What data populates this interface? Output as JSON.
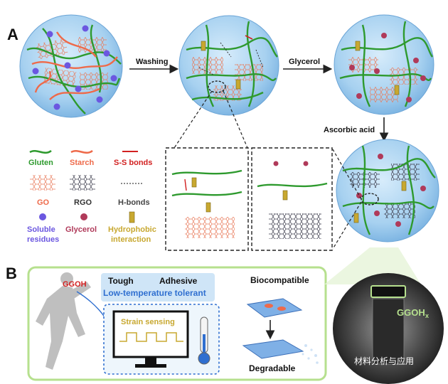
{
  "panels": {
    "a": "A",
    "b": "B"
  },
  "steps": {
    "washing": "Washing",
    "glycerol": "Glycerol",
    "ascorbic": "Ascorbic acid"
  },
  "legend": {
    "gluten": "Gluten",
    "starch": "Starch",
    "ss_bonds": "S-S bonds",
    "go": "GO",
    "rgo": "RGO",
    "hbonds": "H-bonds",
    "soluble_line1": "Soluble",
    "soluble_line2": "residues",
    "glycerol": "Glycerol",
    "hydrophobic_line1": "Hydrophobic",
    "hydrophobic_line2": "interaction"
  },
  "panel_b": {
    "ggoh": "GGOH",
    "tough": "Tough",
    "adhesive": "Adhesive",
    "low_temp": "Low-temperature tolerant",
    "strain_sensing": "Strain sensing",
    "biocompatible": "Biocompatible",
    "degradable": "Degradable",
    "photo_label": "GGOH",
    "photo_label_sub": "x"
  },
  "watermark": "材料分析与应用",
  "colors": {
    "gluten": "#2e9a2e",
    "starch": "#ee6a4a",
    "ss": "#d22020",
    "sphere": "#9ccbef",
    "purple": "#6b57e0",
    "glycerol": "#b03a5a",
    "hydrophobic": "#c8a830",
    "blueText": "#2f6fd0",
    "greenBox": "#b6e08e"
  }
}
